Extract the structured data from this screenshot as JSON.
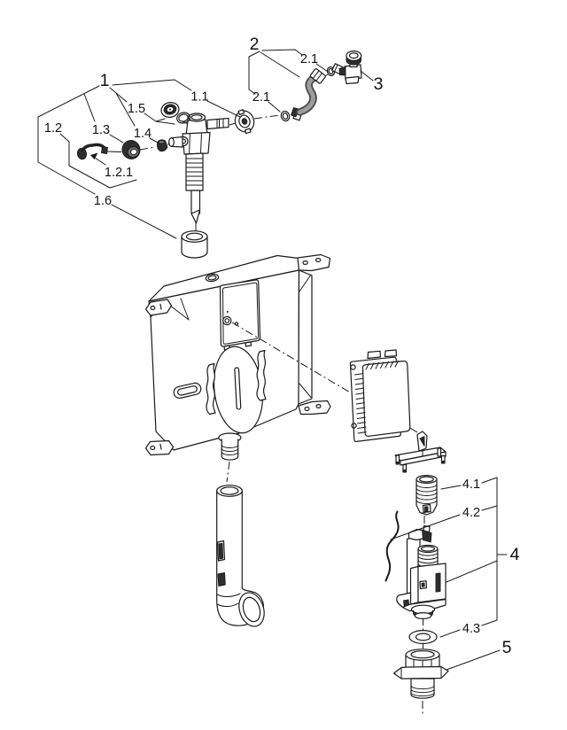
{
  "diagram": {
    "background": "#ffffff",
    "line_color": "#1a1a1a",
    "dark_part_color": "#2e2e2e",
    "callouts": {
      "c1": "1",
      "c1_1": "1.1",
      "c1_2": "1.2",
      "c1_2_1": "1.2.1",
      "c1_3": "1.3",
      "c1_4": "1.4",
      "c1_5": "1.5",
      "c1_6": "1.6",
      "c2": "2",
      "c2_1a": "2.1",
      "c2_1b": "2.1",
      "c3": "3",
      "c4": "4",
      "c4_1": "4.1",
      "c4_2": "4.2",
      "c4_3": "4.3",
      "c5": "5"
    }
  }
}
